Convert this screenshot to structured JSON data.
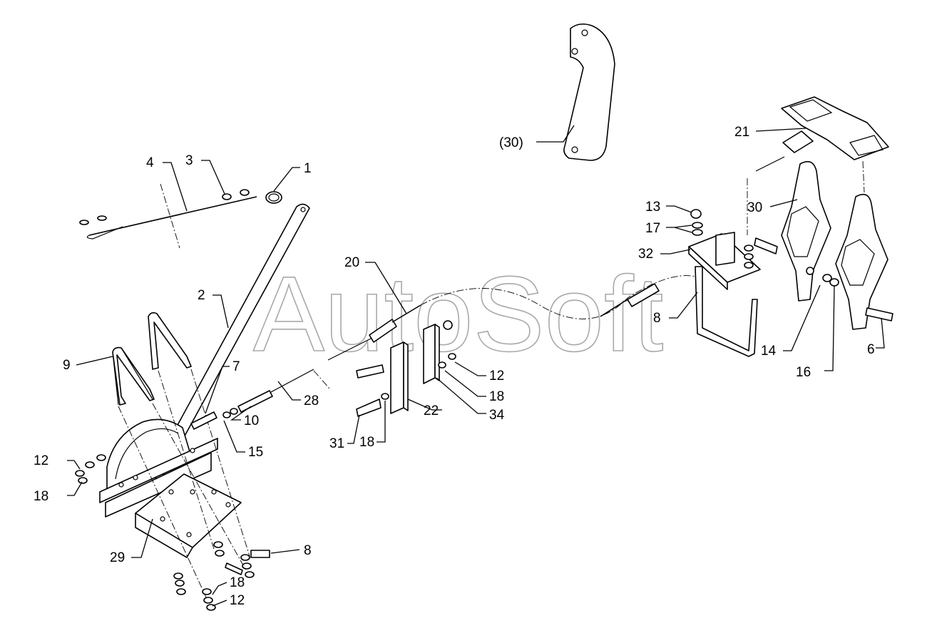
{
  "watermark": "AutoSoft",
  "callouts": {
    "c1": "1",
    "c2": "2",
    "c3": "3",
    "c4": "4",
    "c6": "6",
    "c7": "7",
    "c8a": "8",
    "c8b": "8",
    "c9": "9",
    "c10": "10",
    "c12a": "12",
    "c12b": "12",
    "c12c": "12",
    "c13": "13",
    "c14": "14",
    "c15": "15",
    "c16": "16",
    "c17": "17",
    "c18a": "18",
    "c18b": "18",
    "c18c": "18",
    "c18d": "18",
    "c20": "20",
    "c21": "21",
    "c22": "22",
    "c28": "28",
    "c29": "29",
    "c30": "30",
    "c30p": "(30)",
    "c31": "31",
    "c32": "32",
    "c34": "34"
  }
}
